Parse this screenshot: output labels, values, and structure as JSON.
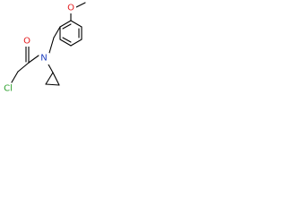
{
  "molecule": {
    "atoms": {
      "chlorine": "Cl",
      "carbonyl_oxygen": "O",
      "amide_nitrogen": "N",
      "ether_oxygen": "O"
    },
    "colors": {
      "chlorine": "#2ca02c",
      "oxygen": "#e31a1c",
      "nitrogen": "#1f3fbf",
      "bond": "#000000",
      "background": "#ffffff"
    }
  }
}
